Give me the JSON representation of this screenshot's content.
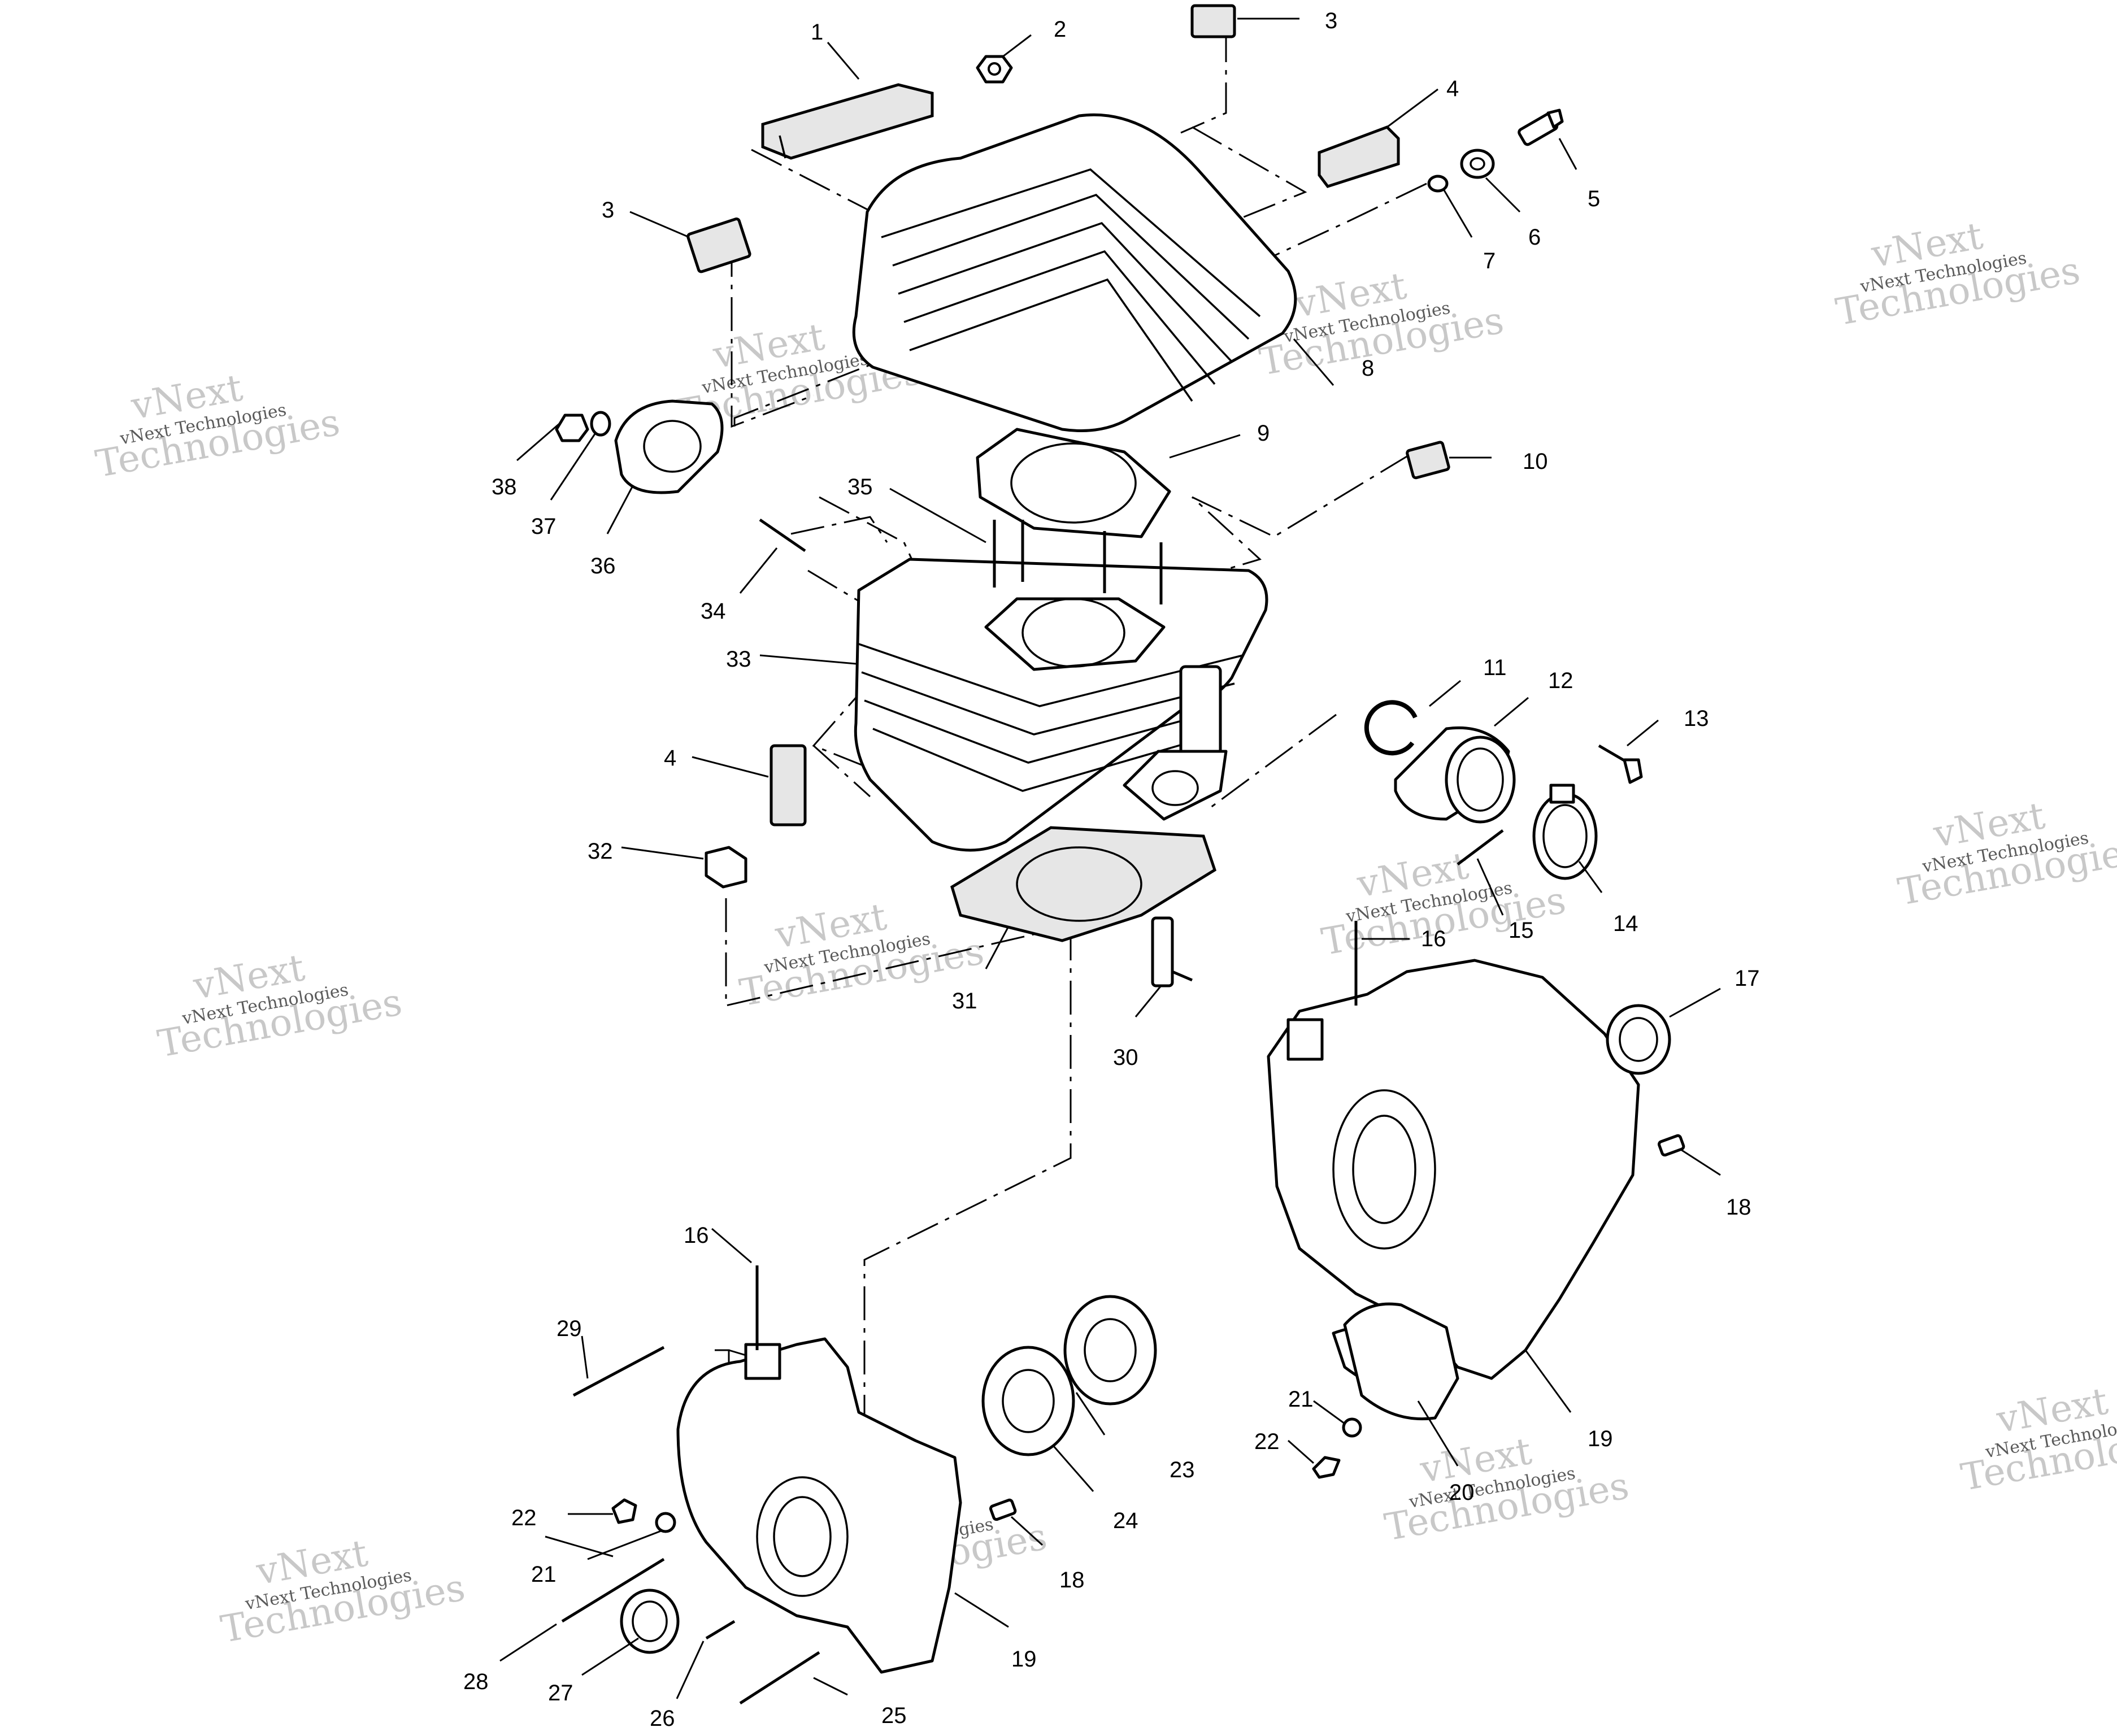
{
  "watermark": {
    "line1": "vNext",
    "line2": "Technologies",
    "full": "vNext Technologies"
  },
  "callouts": [
    {
      "id": "c1",
      "text": "1"
    },
    {
      "id": "c2",
      "text": "2"
    },
    {
      "id": "c3a",
      "text": "3"
    },
    {
      "id": "c3b",
      "text": "3"
    },
    {
      "id": "c4a",
      "text": "4"
    },
    {
      "id": "c4b",
      "text": "4"
    },
    {
      "id": "c5",
      "text": "5"
    },
    {
      "id": "c6",
      "text": "6"
    },
    {
      "id": "c7",
      "text": "7"
    },
    {
      "id": "c8",
      "text": "8"
    },
    {
      "id": "c9",
      "text": "9"
    },
    {
      "id": "c10",
      "text": "10"
    },
    {
      "id": "c11",
      "text": "11"
    },
    {
      "id": "c12",
      "text": "12"
    },
    {
      "id": "c13",
      "text": "13"
    },
    {
      "id": "c14",
      "text": "14"
    },
    {
      "id": "c15",
      "text": "15"
    },
    {
      "id": "c16a",
      "text": "16"
    },
    {
      "id": "c16b",
      "text": "16"
    },
    {
      "id": "c17",
      "text": "17"
    },
    {
      "id": "c18a",
      "text": "18"
    },
    {
      "id": "c18b",
      "text": "18"
    },
    {
      "id": "c19a",
      "text": "19"
    },
    {
      "id": "c19b",
      "text": "19"
    },
    {
      "id": "c20",
      "text": "20"
    },
    {
      "id": "c21a",
      "text": "21"
    },
    {
      "id": "c21b",
      "text": "21"
    },
    {
      "id": "c22a",
      "text": "22"
    },
    {
      "id": "c22b",
      "text": "22"
    },
    {
      "id": "c23",
      "text": "23"
    },
    {
      "id": "c24",
      "text": "24"
    },
    {
      "id": "c25",
      "text": "25"
    },
    {
      "id": "c26",
      "text": "26"
    },
    {
      "id": "c27",
      "text": "27"
    },
    {
      "id": "c28",
      "text": "28"
    },
    {
      "id": "c29",
      "text": "29"
    },
    {
      "id": "c30",
      "text": "30"
    },
    {
      "id": "c31",
      "text": "31"
    },
    {
      "id": "c32",
      "text": "32"
    },
    {
      "id": "c33",
      "text": "33"
    },
    {
      "id": "c34",
      "text": "34"
    },
    {
      "id": "c35",
      "text": "35"
    },
    {
      "id": "c36",
      "text": "36"
    },
    {
      "id": "c37",
      "text": "37"
    },
    {
      "id": "c38",
      "text": "38"
    }
  ]
}
